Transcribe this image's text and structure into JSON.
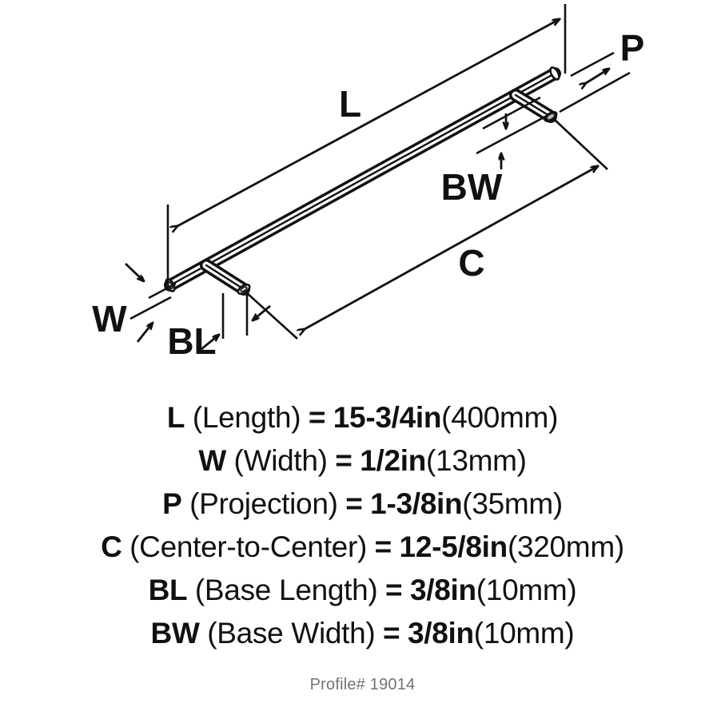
{
  "diagram": {
    "labels": {
      "length": "L",
      "width": "W",
      "projection": "P",
      "center_to_center": "C",
      "base_length": "BL",
      "base_width": "BW"
    },
    "stroke_color": "#111111",
    "background_color": "#ffffff"
  },
  "specs": [
    {
      "abbr": "L",
      "name": "(Length)",
      "equals": "=",
      "value": "15-3/4in",
      "metric": "(400mm)"
    },
    {
      "abbr": "W",
      "name": "(Width)",
      "equals": "=",
      "value": "1/2in",
      "metric": "(13mm)"
    },
    {
      "abbr": "P",
      "name": "(Projection)",
      "equals": "=",
      "value": "1-3/8in",
      "metric": "(35mm)"
    },
    {
      "abbr": "C",
      "name": "(Center-to-Center)",
      "equals": "=",
      "value": "12-5/8in",
      "metric": "(320mm)"
    },
    {
      "abbr": "BL",
      "name": "(Base Length)",
      "equals": "=",
      "value": "3/8in",
      "metric": "(10mm)"
    },
    {
      "abbr": "BW",
      "name": "(Base Width)",
      "equals": "=",
      "value": "3/8in",
      "metric": "(10mm)"
    }
  ],
  "profile": {
    "text": "Profile# 19014"
  }
}
